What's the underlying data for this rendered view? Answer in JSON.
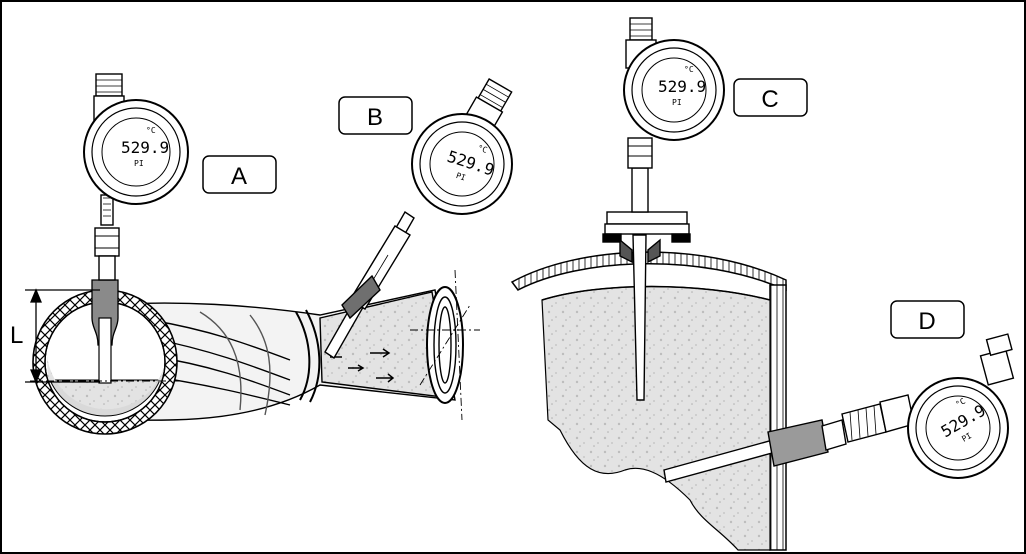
{
  "labels": {
    "a": "A",
    "b": "B",
    "c": "C",
    "d": "D",
    "dimension": "L"
  },
  "display": {
    "reading": "529.9",
    "unit": "°C",
    "tag": "PI"
  },
  "colors": {
    "line": "#000000",
    "fill_gray": "#c9c9c9",
    "liquid": "#dcdcdc",
    "frame": "#000000"
  }
}
